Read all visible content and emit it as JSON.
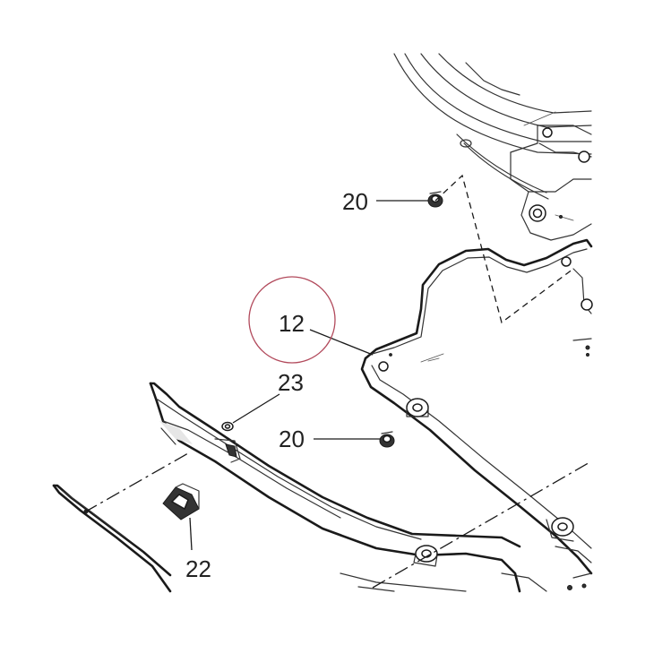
{
  "diagram": {
    "callouts": {
      "c12": "12",
      "c20_upper": "20",
      "c20_lower": "20",
      "c22": "22",
      "c23": "23"
    },
    "colors": {
      "line": "#1a1a1a",
      "highlight_circle": "#b24a5c",
      "background": "#ffffff"
    }
  }
}
